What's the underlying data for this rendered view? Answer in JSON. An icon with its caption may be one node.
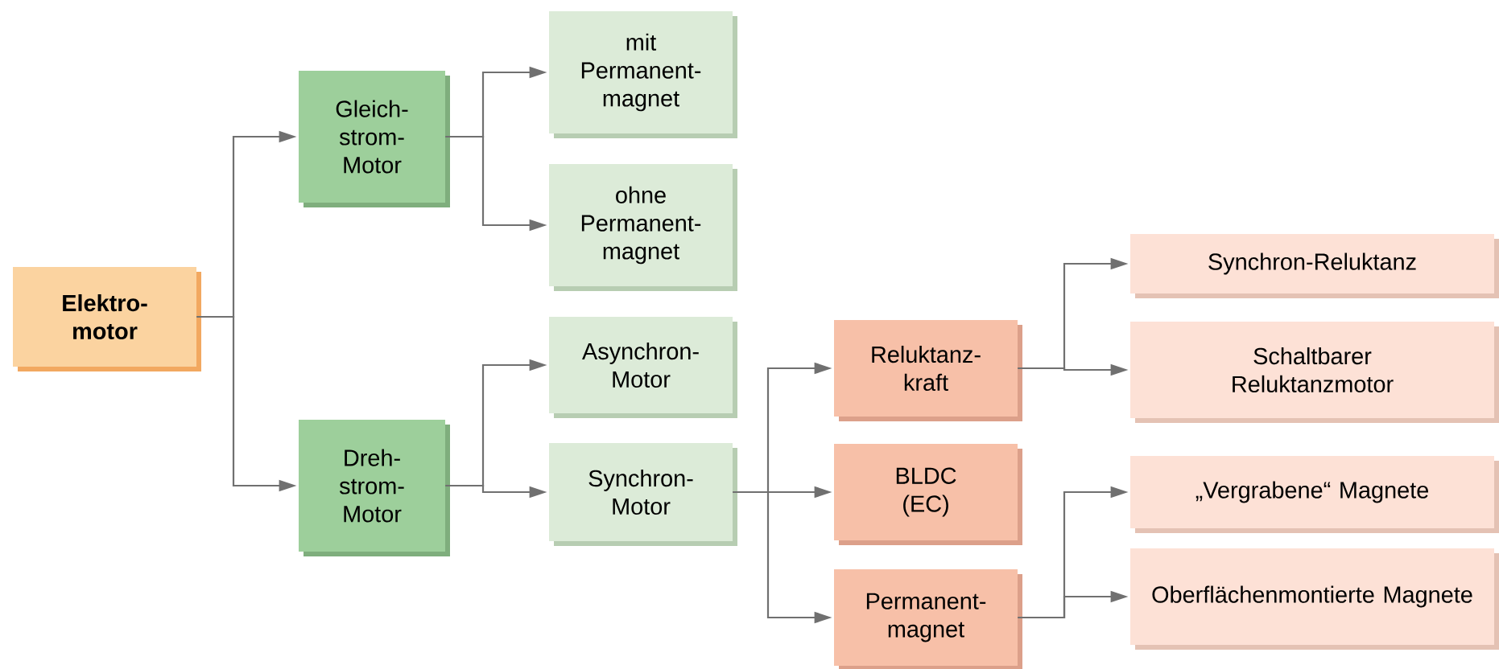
{
  "diagram": {
    "nodes": [
      {
        "text": [
          "Elektro- motor"
        ]
      },
      {
        "text": [
          "Gleich- strom- Motor"
        ]
      },
      {
        "text": [
          "Dreh- strom- Motor"
        ]
      },
      {
        "text": [
          "mit Permanent- magnet"
        ]
      },
      {
        "text": [
          "ohne Permanent- magnet"
        ]
      },
      {
        "text": [
          "Asynchron- Motor"
        ]
      },
      {
        "text": [
          "Synchron- Motor"
        ]
      },
      {
        "text": [
          "Reluktanz- kraft"
        ]
      },
      {
        "text": [
          "BLDC (EC)"
        ]
      },
      {
        "text": [
          "Permanent- magnet"
        ]
      },
      {
        "text": [
          "Synchron-Reluktanz"
        ]
      },
      {
        "text": [
          "Schaltbarer Reluktanzmotor"
        ]
      },
      {
        "text": [
          "„Vergrabene“ Magnete"
        ]
      },
      {
        "text": [
          "Oberflächenmontierte Magnete"
        ]
      }
    ],
    "edges": [
      {
        "from": 0,
        "to": 1,
        "arrow": "to"
      },
      {
        "from": 0,
        "to": 2,
        "arrow": "to"
      },
      {
        "from": 1,
        "to": 3,
        "arrow": "to"
      },
      {
        "from": 1,
        "to": 4,
        "arrow": "to"
      },
      {
        "from": 2,
        "to": 5,
        "arrow": "to"
      },
      {
        "from": 2,
        "to": 6,
        "arrow": "to"
      },
      {
        "from": 6,
        "to": 7,
        "arrow": "to"
      },
      {
        "from": 6,
        "to": 8,
        "arrow": "to"
      },
      {
        "from": 6,
        "to": 9,
        "arrow": "to"
      },
      {
        "from": 7,
        "to": 10,
        "arrow": "to"
      },
      {
        "from": 7,
        "to": 11,
        "arrow": "to"
      },
      {
        "from": 9,
        "to": 12,
        "arrow": "to"
      },
      {
        "from": 9,
        "to": 13,
        "arrow": "to"
      }
    ]
  }
}
